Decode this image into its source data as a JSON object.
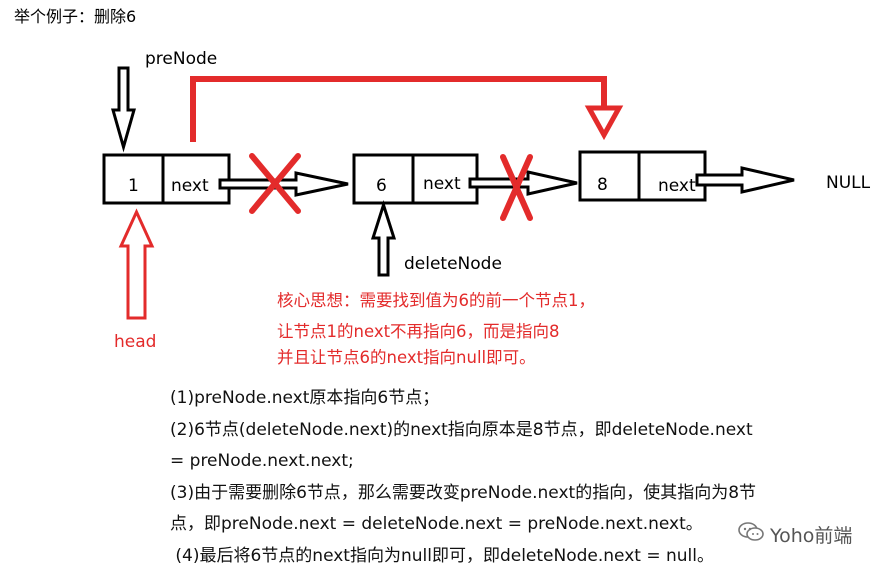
{
  "title": "举个例子：删除6",
  "nodes": [
    {
      "value": "1",
      "next_label": "next"
    },
    {
      "value": "6",
      "next_label": "next"
    },
    {
      "value": "8",
      "next_label": "next"
    }
  ],
  "null_label": "NULL",
  "pointers": {
    "pre_node": "preNode",
    "delete_node": "deleteNode",
    "head": "head"
  },
  "core_idea": [
    "核心思想：需要找到值为6的前一个节点1，",
    "让节点1的next不再指向6，而是指向8",
    "并且让节点6的next指向null即可。"
  ],
  "explanation": [
    "(1)preNode.next原本指向6节点；",
    "(2)6节点(deleteNode.next)的next指向原本是8节点，即deleteNode.next",
    "= preNode.next.next;",
    "(3)由于需要删除6节点，那么需要改变preNode.next的指向，使其指向为8节",
    "点，即preNode.next = deleteNode.next = preNode.next.next。",
    " (4)最后将6节点的next指向为null即可，即deleteNode.next = null。"
  ],
  "watermark": "Yoho前端",
  "colors": {
    "accent": "#e32b2b",
    "ink": "#000000"
  }
}
